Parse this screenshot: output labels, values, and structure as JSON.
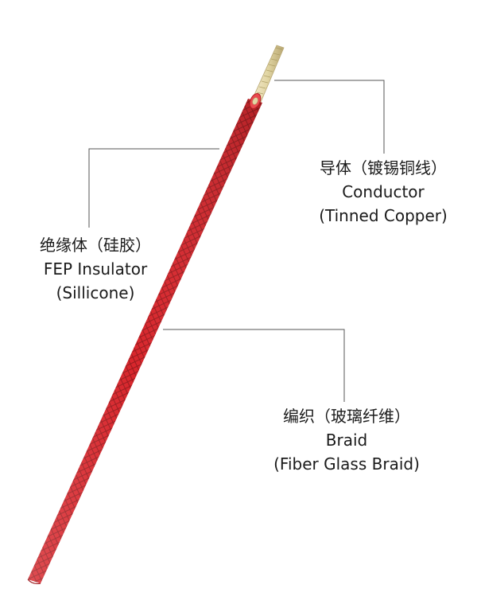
{
  "colors": {
    "background": "#ffffff",
    "cable_red": "#d8262c",
    "cable_red_dark": "#9e1b1f",
    "braid_pattern": "#7a1416",
    "conductor_tin": "#e2d6a4",
    "conductor_tin_dark": "#b9a874",
    "leader_line": "#555555",
    "text": "#1a1a1a"
  },
  "labels": {
    "conductor": {
      "chinese": "导体（镀锡铜线）",
      "english": "Conductor",
      "detail": "(Tinned Copper)"
    },
    "insulator": {
      "chinese": "绝缘体（硅胶）",
      "english": "FEP Insulator",
      "detail": "(Sillicone)"
    },
    "braid": {
      "chinese": "编织（玻璃纤维）",
      "english": "Braid",
      "detail": "(Fiber Glass Braid)"
    }
  }
}
